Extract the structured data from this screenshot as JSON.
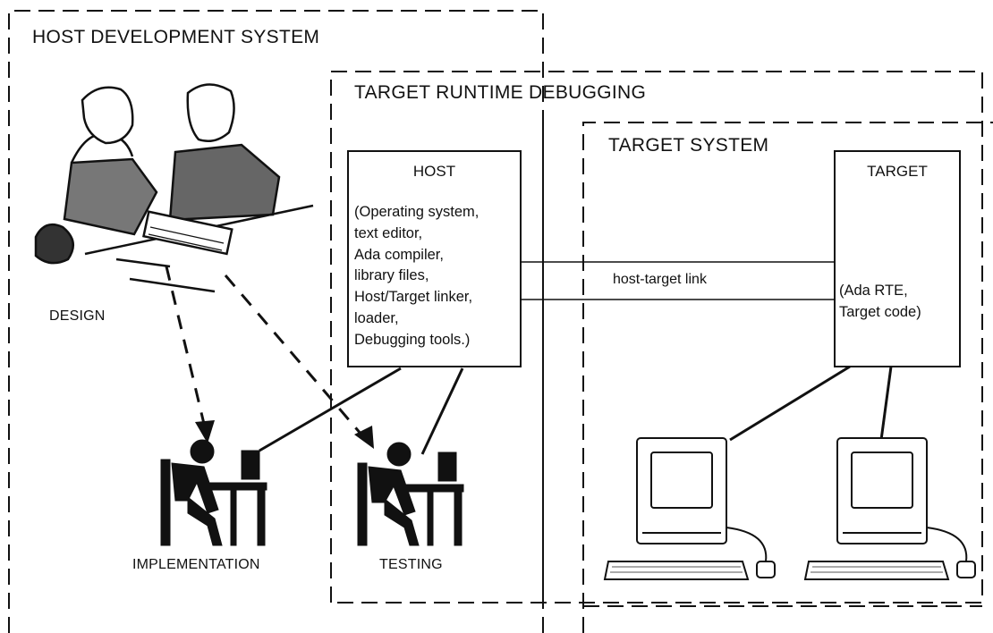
{
  "regions": {
    "host_development": "HOST DEVELOPMENT SYSTEM",
    "target_runtime_debugging": "TARGET RUNTIME DEBUGGING",
    "target_system": "TARGET SYSTEM"
  },
  "host_box": {
    "title": "HOST",
    "lines": [
      "(Operating system,",
      "text editor,",
      "Ada compiler,",
      "library files,",
      "Host/Target linker,",
      "loader,",
      "Debugging tools.)"
    ]
  },
  "target_box": {
    "title": "TARGET",
    "lines": [
      "(Ada RTE,",
      "Target code)"
    ]
  },
  "link_label": "host-target link",
  "captions": {
    "design": "DESIGN",
    "implementation": "IMPLEMENTATION",
    "testing": "TESTING"
  }
}
